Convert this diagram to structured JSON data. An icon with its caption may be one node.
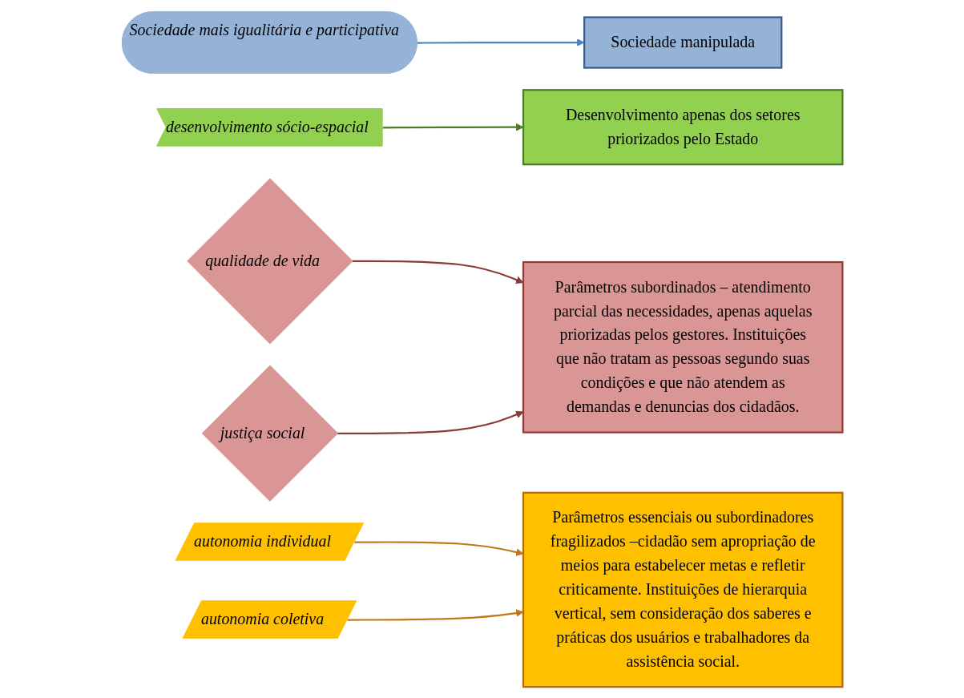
{
  "diagram": {
    "nodes": [
      {
        "text": [
          "Sociedade mais igualitária e participativa"
        ]
      },
      {
        "text": [
          "desenvolvimento sócio-espacial"
        ]
      },
      {
        "text": [
          "qualidade de vida"
        ]
      },
      {
        "text": [
          "justiça social"
        ]
      },
      {
        "text": [
          "autonomia individual"
        ]
      },
      {
        "text": [
          "autonomia coletiva"
        ]
      },
      {
        "text": [
          "Sociedade manipulada"
        ]
      },
      {
        "text": [
          "Desenvolvimento apenas dos setores priorizados pelo Estado"
        ]
      },
      {
        "text": [
          "Parâmetros subordinados – atendimento parcial das necessidades, apenas aquelas priorizadas pelos gestores. Instituições que não tratam as pessoas segundo suas condições e que não atendem as demandas e denuncias dos cidadãos."
        ]
      },
      {
        "text": [
          "Parâmetros essenciais ou subordinadores fragilizados –cidadão sem apropriação de meios para estabelecer metas e refletir criticamente. Instituições de hierarquia vertical, sem consideração dos saberes e práticas dos usuários e trabalhadores da assistência social."
        ]
      }
    ],
    "edges": [
      {
        "from": 0,
        "to": 6,
        "arrow": "to",
        "color": "#4f81bd"
      },
      {
        "from": 1,
        "to": 7,
        "arrow": "to",
        "color": "#4f7a28"
      },
      {
        "from": 2,
        "to": 8,
        "arrow": "to",
        "color": "#8c3a38"
      },
      {
        "from": 3,
        "to": 8,
        "arrow": "to",
        "color": "#8c3a38"
      },
      {
        "from": 4,
        "to": 9,
        "arrow": "to",
        "color": "#c0781a"
      },
      {
        "from": 5,
        "to": 9,
        "arrow": "to",
        "color": "#c0781a"
      }
    ]
  }
}
